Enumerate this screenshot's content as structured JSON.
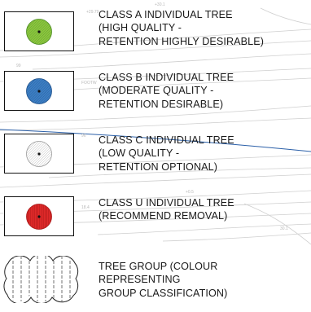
{
  "legend": {
    "items": [
      {
        "class": "A",
        "label": "CLASS A INDIVIDUAL TREE\n(HIGH QUALITY -\nRETENTION HIGHLY DESIRABLE)",
        "fill": "#8cc63f",
        "hatch": "#4a8a22"
      },
      {
        "class": "B",
        "label": "CLASS B INDIVIDUAL TREE\n(MODERATE QUALITY -\nRETENTION DESIRABLE)",
        "fill": "#3d7fc4",
        "hatch": "#1d4f8a"
      },
      {
        "class": "C",
        "label": "CLASS C INDIVIDUAL TREE\n(LOW QUALITY -\nRETENTION OPTIONAL)",
        "fill": "#ffffff",
        "hatch": "#9a9a9a"
      },
      {
        "class": "U",
        "label": "CLASS U INDIVIDUAL TREE\n(RECOMMEND REMOVAL)",
        "fill": "#e32b2b",
        "hatch": "#a81717"
      },
      {
        "class": "GROUP",
        "label": "TREE GROUP (COLOUR\nREPRESENTING\nGROUP CLASSIFICATION)",
        "fill": "#ffffff",
        "hatch": "#333333"
      }
    ]
  },
  "background_map": {
    "labels": [
      "+29.79",
      "99",
      "FOOTW",
      "96",
      "18.4",
      "+30.1",
      "+0.5",
      "30.1"
    ],
    "line_colors": {
      "contour": "#cfcfcf",
      "boundary": "#2a5fa8"
    }
  }
}
